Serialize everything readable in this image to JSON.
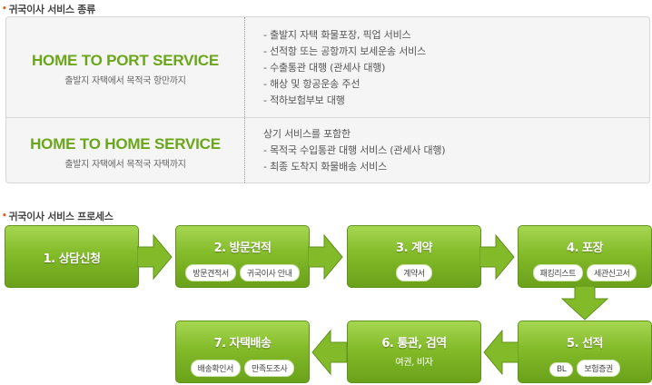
{
  "section1": {
    "title": "귀국이사 서비스 종류"
  },
  "services": [
    {
      "name": "HOME TO PORT SERVICE",
      "sub": "출발지 자택에서 목적국 항만까지",
      "details": [
        "- 출발지 자택 화물포장, 픽업 서비스",
        "- 선적항 또는 공항까지 보세운송 서비스",
        "- 수출통관 대행 (관세사 대행)",
        "- 해상 및 항공운송 주선",
        "- 적하보험부보 대행"
      ]
    },
    {
      "name": "HOME TO HOME SERVICE",
      "sub": "출발지 자택에서 목적국 자택까지",
      "details": [
        "상기 서비스를 포함한",
        "- 목적국 수입통관 대행 서비스 (관세사 대행)",
        "- 최종 도착지 화물배송 서비스"
      ]
    }
  ],
  "section2": {
    "title": "귀국이사 서비스 프로세스"
  },
  "steps": [
    {
      "title": "1. 상담신청",
      "tags": []
    },
    {
      "title": "2. 방문견적",
      "tags": [
        "방문견적서",
        "귀국이사 안내"
      ]
    },
    {
      "title": "3. 계약",
      "tags": [
        "계약서"
      ]
    },
    {
      "title": "4. 포장",
      "tags": [
        "패킹리스트",
        "세관신고서"
      ]
    },
    {
      "title": "5. 선적",
      "tags": [
        "BL",
        "보험증권"
      ]
    },
    {
      "title": "6. 통관, 검역",
      "note": "여권, 비자",
      "tags": []
    },
    {
      "title": "7. 자택배송",
      "tags": [
        "배송확인서",
        "만족도조사"
      ]
    }
  ],
  "colors": {
    "accent": "#6aa619",
    "step_green": "#83bb29",
    "bullet": "#e05a1a"
  }
}
